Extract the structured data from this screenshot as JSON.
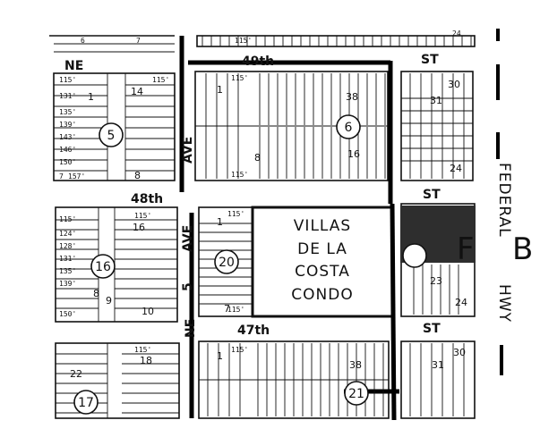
{
  "streets": {
    "n49": "49th",
    "n48": "48th",
    "n47": "47th",
    "st": "ST",
    "ne": "NE",
    "ave": "AVE",
    "five": "5",
    "federal": "FEDERAL",
    "hwy": "HWY"
  },
  "condo": [
    "VILLAS",
    "DE LA",
    "COSTA",
    "CONDO"
  ],
  "letters": {
    "f": "F",
    "b": "B"
  },
  "blocks": [
    "5",
    "6",
    "16",
    "20",
    "17",
    "21"
  ],
  "lots": {
    "l1a": "1",
    "l14": "14",
    "l8a": "8",
    "l1b": "1",
    "l38a": "38",
    "l8b": "8",
    "l16b": "16",
    "l30a": "30",
    "l31a": "31",
    "l24a": "24",
    "l16": "16",
    "l1c": "1",
    "l10": "10",
    "l9": "9",
    "l8c": "8",
    "l7": "7",
    "l23": "23",
    "l24b": "24",
    "l18": "18",
    "l1d": "1",
    "l38b": "38",
    "l30b": "30",
    "l31b": "31",
    "l22": "22"
  },
  "dims": {
    "d1": "6",
    "d2": "7",
    "d3": "115'",
    "d4": "24",
    "d5": "115'",
    "d6": "131'",
    "d7": "135'",
    "d8": "139'",
    "d9": "143'",
    "d10": "146'",
    "d11": "150'",
    "d12": "7",
    "d13": "157'",
    "d14": "115'",
    "d15": "115'",
    "d16": "115'",
    "d17": "115'",
    "d18": "124'",
    "d19": "128'",
    "d20": "131'",
    "d21": "135'",
    "d22": "139'",
    "d23": "150'",
    "d24": "115'",
    "d25": "115'",
    "d26": "115'",
    "d27": "115'",
    "d28": "115'"
  }
}
